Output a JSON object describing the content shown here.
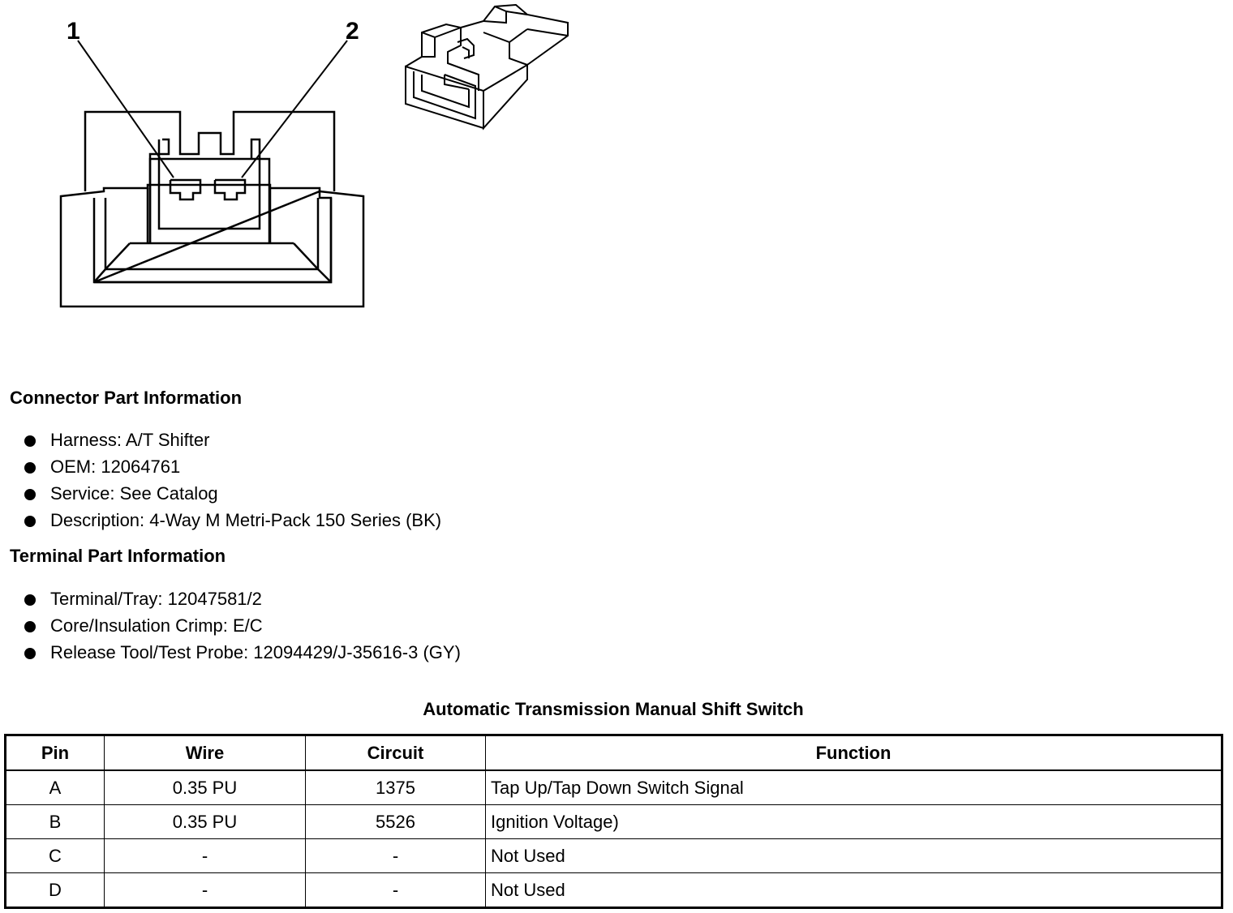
{
  "diagram": {
    "pin_labels": [
      "1",
      "2"
    ]
  },
  "connector_info": {
    "heading": "Connector Part Information",
    "items": [
      "Harness: A/T Shifter",
      "OEM: 12064761",
      "Service: See Catalog",
      "Description: 4-Way M Metri-Pack 150 Series (BK)"
    ]
  },
  "terminal_info": {
    "heading": "Terminal Part Information",
    "items": [
      "Terminal/Tray: 12047581/2",
      "Core/Insulation Crimp: E/C",
      "Release Tool/Test Probe: 12094429/J-35616-3 (GY)"
    ]
  },
  "table": {
    "title": "Automatic Transmission Manual Shift Switch",
    "headers": [
      "Pin",
      "Wire",
      "Circuit",
      "Function"
    ],
    "rows": [
      [
        "A",
        "0.35 PU",
        "1375",
        "Tap Up/Tap Down Switch Signal"
      ],
      [
        "B",
        "0.35 PU",
        "5526",
        "Ignition Voltage)"
      ],
      [
        "C",
        "-",
        "-",
        "Not Used"
      ],
      [
        "D",
        "-",
        "-",
        "Not Used"
      ]
    ]
  }
}
